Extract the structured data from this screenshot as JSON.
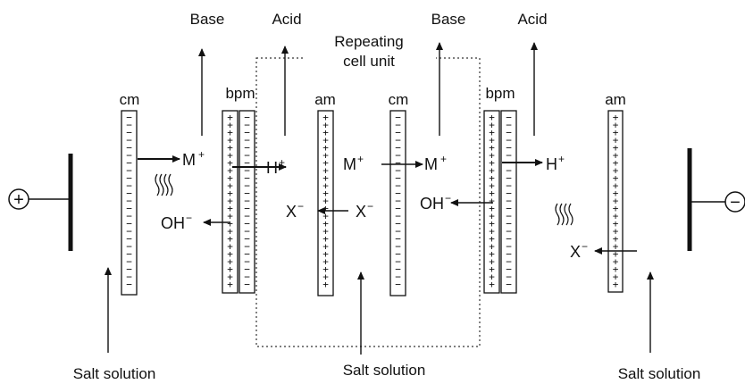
{
  "labels": {
    "base": "Base",
    "acid": "Acid",
    "repeating_line1": "Repeating",
    "repeating_line2": "cell unit",
    "cm": "cm",
    "bpm": "bpm",
    "am": "am",
    "salt_solution": "Salt solution",
    "plus_sign": "+",
    "minus_sign": "−"
  },
  "ions": {
    "cation": "M",
    "proton": "H",
    "anion": "X",
    "hydroxide": "OH",
    "positive_charge": "+",
    "negative_charge": "−"
  },
  "membrane_marks": {
    "cation_exchange": "−",
    "anion_exchange": "+"
  },
  "colors": {
    "stroke": "#111111",
    "background": "#ffffff"
  }
}
